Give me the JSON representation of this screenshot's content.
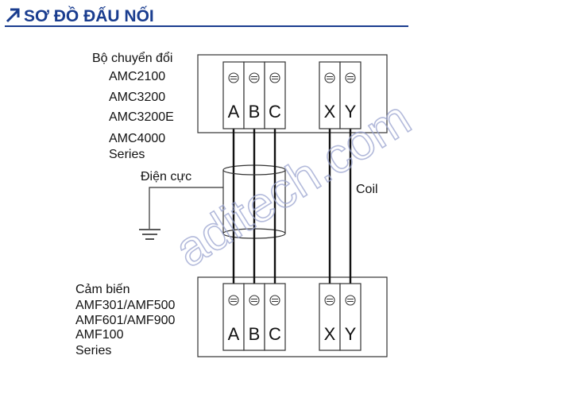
{
  "title": "SƠ ĐỒ ĐẤU NỐI",
  "colors": {
    "title": "#1a3d8f",
    "title_rule": "#1a3d8f",
    "watermark": "#9aa4cf",
    "lines": "#111111"
  },
  "top_device": {
    "heading": "Bộ chuyển đổi",
    "models": [
      "AMC2100",
      "AMC3200",
      "AMC3200E",
      "AMC4000",
      "Series"
    ]
  },
  "bottom_device": {
    "heading": "Cảm biến",
    "models": [
      "AMF301/AMF500",
      "AMF601/AMF900",
      "AMF100",
      "Series"
    ]
  },
  "terminals_abc": [
    "A",
    "B",
    "C"
  ],
  "terminals_xy": [
    "X",
    "Y"
  ],
  "electrode_label": "Điện cực",
  "coil_label": "Coil",
  "watermark": "aditech.com",
  "icons": [
    "arrow-up-right-icon",
    "screw-terminal-icon",
    "ground-icon",
    "shield-cylinder-icon"
  ]
}
